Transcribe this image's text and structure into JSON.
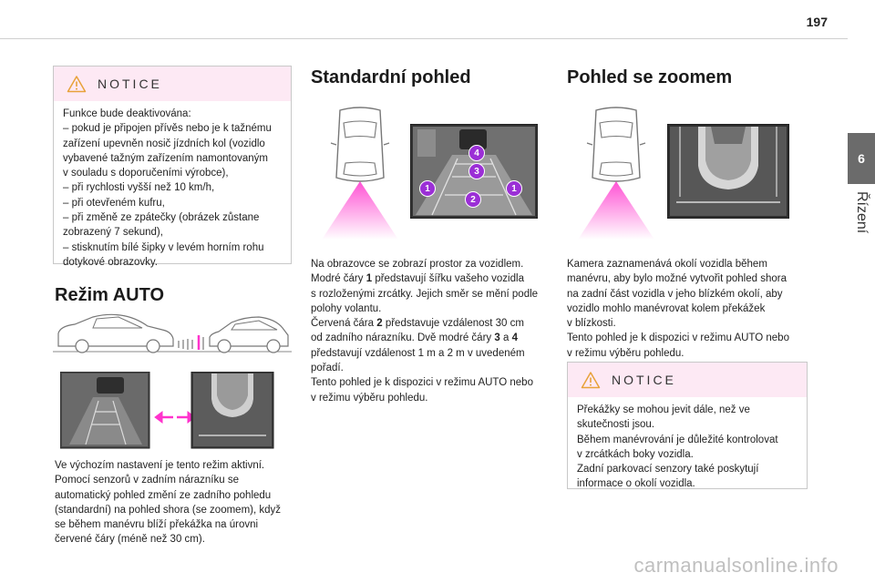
{
  "page_number": "197",
  "chapter": {
    "number": "6",
    "title": "Řízení"
  },
  "notice1": {
    "label": "NOTICE",
    "lines": [
      "Funkce bude deaktivována:",
      "– pokud je připojen přívěs nebo je k tažnému",
      "zařízení upevněn nosič jízdních kol (vozidlo",
      "vybavené tažným zařízením namontovaným",
      "v souladu s doporučeními výrobce),",
      "– při rychlosti vyšší než 10 km/h,",
      "– při otevřeném kufru,",
      "– při změně ze zpátečky (obrázek zůstane",
      "zobrazený 7 sekund),",
      "– stisknutím bílé šipky v levém horním rohu",
      "dotykové obrazovky."
    ]
  },
  "auto_section": {
    "heading": "Režim AUTO",
    "lines": [
      "Ve výchozím nastavení je tento režim aktivní.",
      "Pomocí senzorů v zadním nárazníku se",
      "automatický pohled změní ze zadního pohledu",
      "(standardní) na pohled shora (se zoomem), když",
      "se během manévru blíží překážka na úrovni",
      "červené čáry (méně než 30 cm)."
    ]
  },
  "standard_section": {
    "heading": "Standardní pohled",
    "markers": [
      "4",
      "3",
      "1",
      "2",
      "1"
    ],
    "lines": [
      [
        {
          "t": "Na obrazovce se zobrazí prostor za vozidlem."
        }
      ],
      [
        {
          "t": "Modré čáry "
        },
        {
          "t": "1",
          "b": true
        },
        {
          "t": " představují šířku vašeho vozidla"
        }
      ],
      [
        {
          "t": "s rozloženými zrcátky. Jejich směr se mění podle"
        }
      ],
      [
        {
          "t": "polohy volantu."
        }
      ],
      [
        {
          "t": "Červená čára "
        },
        {
          "t": "2",
          "b": true
        },
        {
          "t": " představuje vzdálenost 30 cm"
        }
      ],
      [
        {
          "t": "od zadního nárazníku. Dvě modré čáry "
        },
        {
          "t": "3",
          "b": true
        },
        {
          "t": " a "
        },
        {
          "t": "4",
          "b": true
        }
      ],
      [
        {
          "t": "představují vzdálenost 1 m a 2 m v uvedeném"
        }
      ],
      [
        {
          "t": "pořadí."
        }
      ],
      [
        {
          "t": "Tento pohled je k dispozici v režimu AUTO nebo"
        }
      ],
      [
        {
          "t": "v režimu výběru pohledu."
        }
      ]
    ]
  },
  "zoom_section": {
    "heading": "Pohled se zoomem",
    "lines": [
      "Kamera zaznamenává okolí vozidla během",
      "manévru, aby bylo možné vytvořit pohled shora",
      "na zadní část vozidla v jeho blízkém okolí, aby",
      "vozidlo mohlo manévrovat kolem překážek",
      "v blízkosti.",
      "Tento pohled je k dispozici v režimu AUTO nebo",
      "v režimu výběru pohledu."
    ]
  },
  "notice2": {
    "label": "NOTICE",
    "lines": [
      "Překážky se mohou jevit dále, než ve",
      "skutečnosti jsou.",
      "Během manévrování je důležité kontrolovat",
      "v zrcátkách boky vozidla.",
      "Zadní parkovací senzory také poskytují",
      "informace o okolí vozidla."
    ]
  },
  "watermark": "carmanualsonline.info",
  "colors": {
    "magenta": "#ff33cc",
    "marker": "#9b2fd6",
    "notice_bg": "#fde9f4",
    "tab": "#6b6b6b"
  }
}
